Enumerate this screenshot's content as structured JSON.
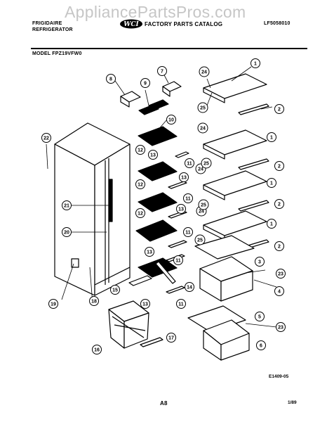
{
  "watermark": "AppliancePartsPros.com",
  "header": {
    "brand_line1": "FRIGIDAIRE",
    "brand_line2": "REFRIGERATOR",
    "catalog": "FACTORY PARTS CATALOG",
    "doc_number": "LF5058010",
    "model": "MODEL FPZ19VFW0"
  },
  "footer": {
    "ref": "E1409-05",
    "page": "A8",
    "date": "1/89"
  },
  "callouts": [
    "1",
    "2",
    "3",
    "4",
    "5",
    "6",
    "7",
    "8",
    "9",
    "10",
    "11",
    "12",
    "13",
    "14",
    "15",
    "16",
    "17",
    "18",
    "19",
    "20",
    "21",
    "22",
    "23",
    "24",
    "25"
  ]
}
